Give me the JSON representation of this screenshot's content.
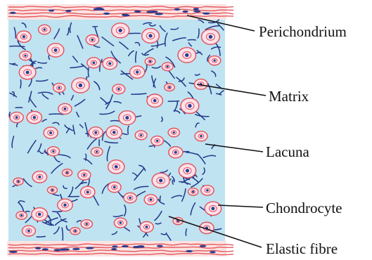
{
  "diagram": {
    "labels": {
      "perichondrium": "Perichondrium",
      "matrix": "Matrix",
      "lacuna": "Lacuna",
      "chondrocyte": "Chondrocyte",
      "elastic_fibre": "Elastic fibre"
    }
  },
  "colors": {
    "matrix": "#bfe3f1",
    "perichondrium_bg": "#fbe3e1",
    "perichondrium_stroke": "#e5565e",
    "nucleus": "#2a3d8f",
    "fibre": "#22378a",
    "cell": "#e2505a",
    "leader": "#111111"
  }
}
